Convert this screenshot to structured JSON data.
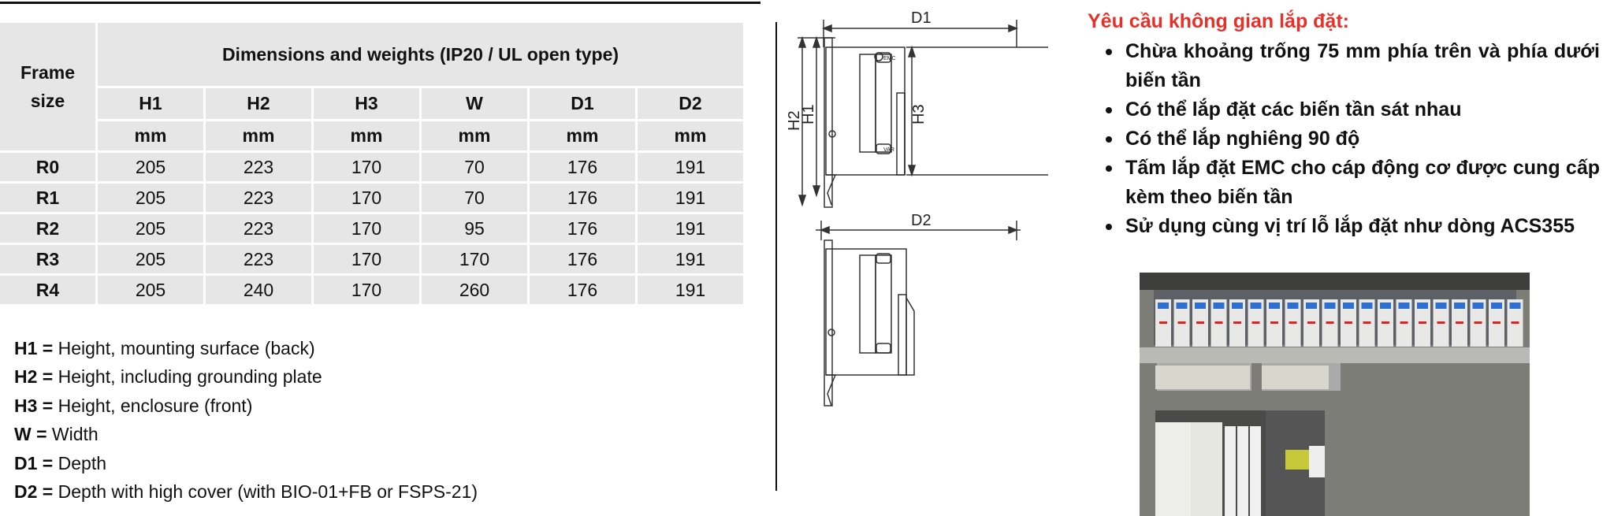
{
  "table": {
    "frame_header": "Frame size",
    "group_header": "Dimensions and weights (IP20 / UL open type)",
    "columns": [
      "H1",
      "H2",
      "H3",
      "W",
      "D1",
      "D2"
    ],
    "units": [
      "mm",
      "mm",
      "mm",
      "mm",
      "mm",
      "mm"
    ],
    "rows": [
      {
        "frame": "R0",
        "values": [
          "205",
          "223",
          "170",
          "70",
          "176",
          "191"
        ]
      },
      {
        "frame": "R1",
        "values": [
          "205",
          "223",
          "170",
          "70",
          "176",
          "191"
        ]
      },
      {
        "frame": "R2",
        "values": [
          "205",
          "223",
          "170",
          "95",
          "176",
          "191"
        ]
      },
      {
        "frame": "R3",
        "values": [
          "205",
          "223",
          "170",
          "170",
          "176",
          "191"
        ]
      },
      {
        "frame": "R4",
        "values": [
          "205",
          "240",
          "170",
          "260",
          "176",
          "191"
        ]
      }
    ]
  },
  "legend": [
    {
      "key": "H1 =",
      "text": " Height, mounting surface (back)"
    },
    {
      "key": "H2 =",
      "text": " Height, including grounding plate"
    },
    {
      "key": "H3 =",
      "text": " Height, enclosure (front)"
    },
    {
      "key": "W =",
      "text": " Width"
    },
    {
      "key": "D1 =",
      "text": " Depth"
    },
    {
      "key": "D2 =",
      "text": " Depth with high cover (with BIO-01+FB or FSPS-21)"
    }
  ],
  "diagram": {
    "labels": {
      "d1": "D1",
      "d2": "D2",
      "h1": "H1",
      "h2": "H2",
      "h3": "H3",
      "emc": "EMC",
      "var": "VAR"
    }
  },
  "requirements": {
    "title": "Yêu cầu không gian lắp đặt:",
    "items": [
      "Chừa khoảng trống 75 mm phía trên và phía dưới biến tần",
      "Có thể lắp đặt các biến tần sát nhau",
      "Có thể lắp nghiêng 90 độ",
      "Tấm lắp đặt EMC cho cáp động cơ được cung cấp kèm theo biến tần",
      "Sử dụng cùng vị trí lỗ lắp đặt như dòng ACS355"
    ]
  },
  "colors": {
    "accent_red": "#e8302a",
    "table_bg": "#e6e6e6"
  }
}
